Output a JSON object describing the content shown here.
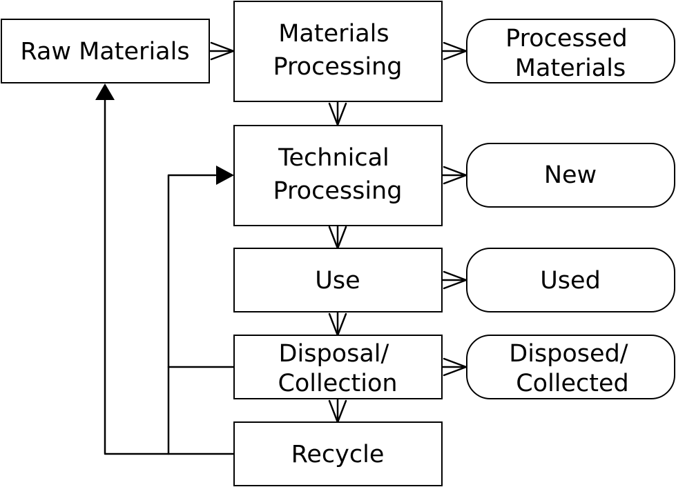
{
  "diagram": {
    "process_steps": {
      "raw_materials": {
        "lines": [
          "Raw Materials"
        ]
      },
      "materials_processing": {
        "lines": [
          "Materials",
          "Processing"
        ]
      },
      "technical_processing": {
        "lines": [
          "Technical",
          "Processing"
        ]
      },
      "use": {
        "lines": [
          "Use"
        ]
      },
      "disposal_collection": {
        "lines": [
          "Disposal/",
          "Collection"
        ]
      },
      "recycle": {
        "lines": [
          "Recycle"
        ]
      }
    },
    "product_states": {
      "processed_materials": {
        "lines": [
          "Processed",
          "Materials"
        ]
      },
      "new": {
        "lines": [
          "New"
        ]
      },
      "used": {
        "lines": [
          "Used"
        ]
      },
      "disposed_collected": {
        "lines": [
          "Disposed/",
          "Collected"
        ]
      }
    },
    "colors": {
      "stroke": "#000000",
      "fill": "#ffffff",
      "text": "#000000"
    }
  }
}
